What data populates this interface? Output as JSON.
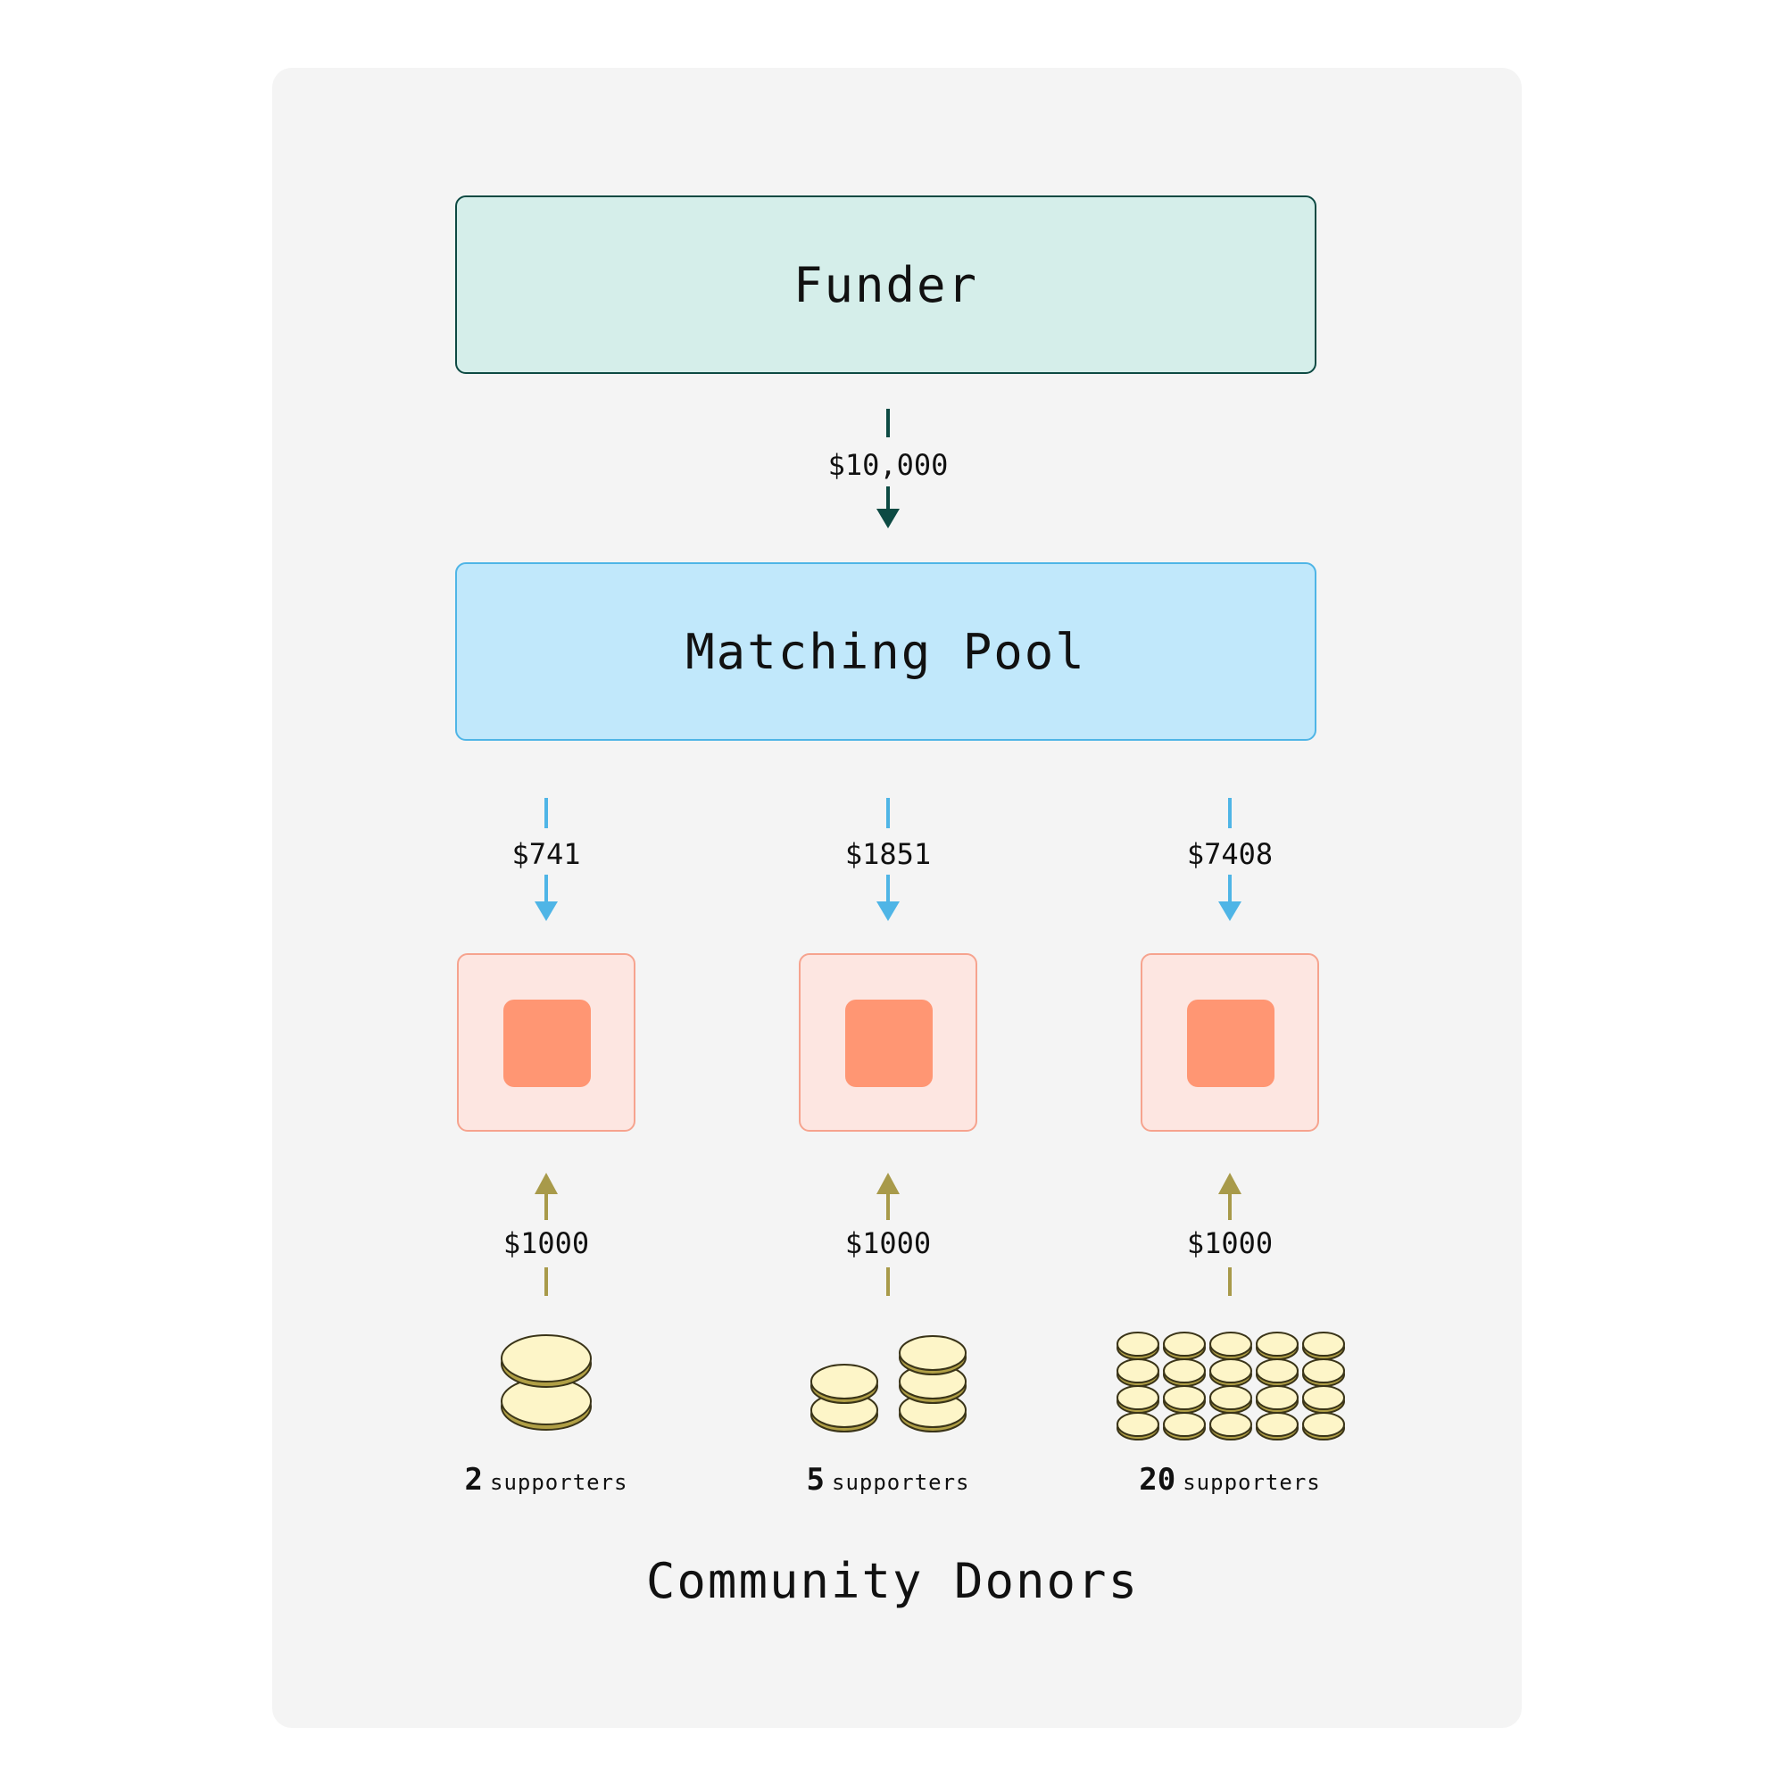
{
  "funder": {
    "label": "Funder",
    "amount": "$10,000"
  },
  "pool": {
    "label": "Matching Pool"
  },
  "projects": [
    {
      "match_amount": "$741",
      "donation_amount": "$1000",
      "supporters_count": "2",
      "supporters_label": "supporters"
    },
    {
      "match_amount": "$1851",
      "donation_amount": "$1000",
      "supporters_count": "5",
      "supporters_label": "supporters"
    },
    {
      "match_amount": "$7408",
      "donation_amount": "$1000",
      "supporters_count": "20",
      "supporters_label": "supporters"
    }
  ],
  "footer": {
    "label": "Community Donors"
  },
  "colors": {
    "funder_fill": "#d5eeea",
    "funder_stroke": "#0d4a43",
    "pool_fill": "#c1e8fb",
    "pool_stroke": "#4fb5e6",
    "project_fill": "#fde6e1",
    "project_core": "#ff9673",
    "donation_arrow": "#a89a4a",
    "coin_fill": "#fdf5c8",
    "coin_edge": "#b09f45"
  }
}
